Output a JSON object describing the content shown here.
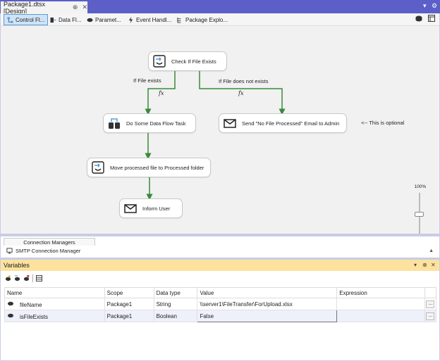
{
  "document_tab": {
    "title": "Package1.dtsx [Design]",
    "pin": "⊕",
    "close": "✕"
  },
  "window_controls": {
    "dropdown": "▾",
    "settings": "⚙"
  },
  "designer_tabs": [
    {
      "label": "Control Fl...",
      "icon": "control-flow-icon",
      "active": true
    },
    {
      "label": "Data Fl...",
      "icon": "data-flow-icon",
      "active": false
    },
    {
      "label": "Paramet...",
      "icon": "parameters-icon",
      "active": false
    },
    {
      "label": "Event Handl...",
      "icon": "event-handlers-icon",
      "active": false
    },
    {
      "label": "Package Explo...",
      "icon": "package-explorer-icon",
      "active": false
    }
  ],
  "tasks": {
    "check_file": "Check If File Exists",
    "data_flow": "Do Some Data Flow Task",
    "send_email": "Send \"No File Processed\" Email to Admin",
    "move_file": "Move processed file to Processed folder",
    "inform_user": "Inform User"
  },
  "constraints": {
    "file_exists": "If File exists",
    "file_not_exists": "If File does not exists",
    "fx": "fx"
  },
  "annotation": "<-- This is optional",
  "zoom": {
    "level": "100%"
  },
  "connection_managers": {
    "tab_label": "Connection Managers",
    "items": [
      "SMTP Connection Manager"
    ]
  },
  "variables": {
    "title": "Variables",
    "columns": [
      "Name",
      "Scope",
      "Data type",
      "Value",
      "Expression"
    ],
    "rows": [
      {
        "name": "fileName",
        "scope": "Package1",
        "type": "String",
        "value": "\\\\server1\\FileTransfer\\ForUpload.xlsx",
        "expression": "",
        "btn": "..."
      },
      {
        "name": "isFileExists",
        "scope": "Package1",
        "type": "Boolean",
        "value": "False",
        "expression": "",
        "btn": "..."
      }
    ]
  },
  "colors": {
    "accent": "#5b5fc7",
    "connector": "#3a8a3a",
    "variables_header": "#fce29d"
  }
}
